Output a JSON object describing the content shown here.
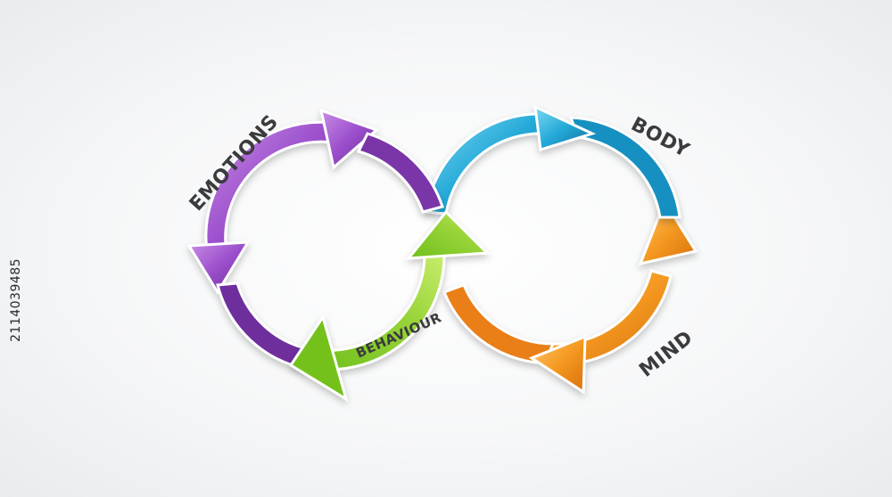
{
  "diagram": {
    "labels": {
      "emotions": "EMOTIONS",
      "body": "BODY",
      "mind": "MIND",
      "behaviour": "BEHAVIOUR"
    },
    "colors": {
      "purple": "#8a3fb8",
      "purple_light": "#c98ce6",
      "blue": "#1a98c8",
      "blue_light": "#7fd9f2",
      "orange": "#f08a16",
      "orange_light": "#ffc873",
      "green": "#6fbf1c",
      "green_light": "#c9ee6e",
      "label_text": "#3a3b3d"
    }
  },
  "stock": {
    "id": "2114039485"
  }
}
